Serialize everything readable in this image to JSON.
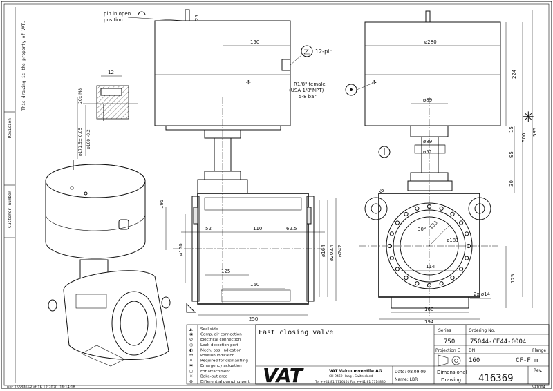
{
  "side": {
    "property_note": "This drawing is the property of VAT.",
    "revision_label": "Revision",
    "customer_label": "Customer number"
  },
  "annotations": {
    "pin_open_1": "pin in open",
    "pin_open_2": "position",
    "twelve_pin": "12-pin",
    "r18_1": "R1/8\" female",
    "r18_2": "(USA 1/8\"NPT)",
    "r18_3": "5-8 bar"
  },
  "dims": {
    "d25": "25",
    "d150": "150",
    "d280": "ø280",
    "d224": "224",
    "d12": "12",
    "d20m8": "20x M8",
    "d171": "ø171.5± 0.05",
    "d160": "ø160 -0.2",
    "d89a": "ø89",
    "d89b": "ø89",
    "d51": "ø51",
    "d15": "15",
    "d95": "95",
    "d30": "30",
    "d500": "500",
    "d585": "585",
    "d40": "40",
    "d195": "195",
    "d52": "52",
    "d110": "110",
    "d625": "62.5",
    "d150b": "ø150",
    "d164": "ø164",
    "d2024": "ø202.4",
    "d242": "ø242",
    "d125a": "125",
    "d160b": "160",
    "d250": "250",
    "a30": "30°",
    "d133": "133",
    "d181": "ø181",
    "d114": "114",
    "d2x14": "2x ø14",
    "d125b": "125",
    "d160c": "160",
    "d194": "194"
  },
  "legend": [
    "Seal side",
    "Comp. air connection",
    "Electrical connection",
    "Leak detection port",
    "Mech. pos. indication",
    "Position indicator",
    "Required for dismantling",
    "Emergency actuation",
    "For attachment",
    "Bake-out area",
    "Differential pumping port"
  ],
  "title_block": {
    "title": "Fast closing valve",
    "series_label": "Series",
    "series_value": "750",
    "ordering_label": "Ordering No.",
    "ordering_value": "75044-CE44-0004",
    "projection_label": "Projection E",
    "dn_label": "DN",
    "flange_label": "Flange",
    "dn_value": "160",
    "flange_value": "CF-F m",
    "logo": "VAT",
    "company": "VAT Vakuumventile AG",
    "address": "CH-9469 Haag , Switzerland",
    "phone": "Tel ++41 81 7716161 Fax ++41 81 7714830",
    "date": "Date: 08.09.09",
    "name": "Name: LBR",
    "dimensional": "Dimensional",
    "drawing": "Drawing",
    "drawing_no": "416369",
    "rev_label": "Rev."
  },
  "footer": {
    "left": "user 166886SR at 16.12.2020, 16:14:18",
    "right": "VAT004"
  }
}
